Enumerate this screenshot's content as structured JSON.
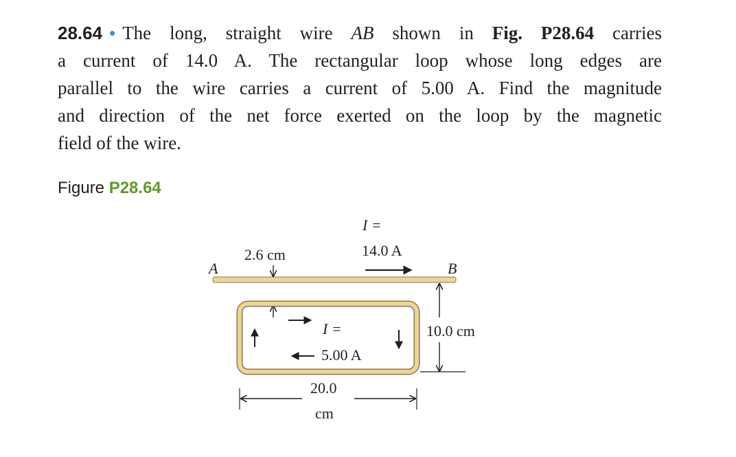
{
  "problem": {
    "number": "28.64",
    "line1": {
      "text_a": "The long, straight wire ",
      "wire_name": "AB",
      "text_b": " shown in ",
      "fig_ref": "Fig. P28.64",
      "text_c": " carries"
    },
    "line2": "a current of 14.0 A. The rectangular loop whose long edges are",
    "line3": "parallel to the wire carries a current of 5.00 A. Find the magnitude",
    "line4": "and direction of the net force exerted on the loop by the magnetic",
    "line5": "field of the wire."
  },
  "figure": {
    "caption_prefix": "Figure ",
    "caption_number": "P28.64",
    "labels": {
      "point_a": "A",
      "point_b": "B",
      "gap_distance": "2.6 cm",
      "wire_current_symbol": "I =",
      "wire_current_value": "14.0 A",
      "loop_current_symbol": "I =",
      "loop_current_value": "5.00 A",
      "loop_height": "10.0 cm",
      "loop_length_line1": "20.0",
      "loop_length_line2": "cm"
    },
    "colors": {
      "wire": "#ecd49a",
      "loop": "#ecd49a",
      "loop_outline": "#8a7a4a",
      "caption_number": "#5f9b2e",
      "bullet": "#3a8fd0"
    }
  }
}
